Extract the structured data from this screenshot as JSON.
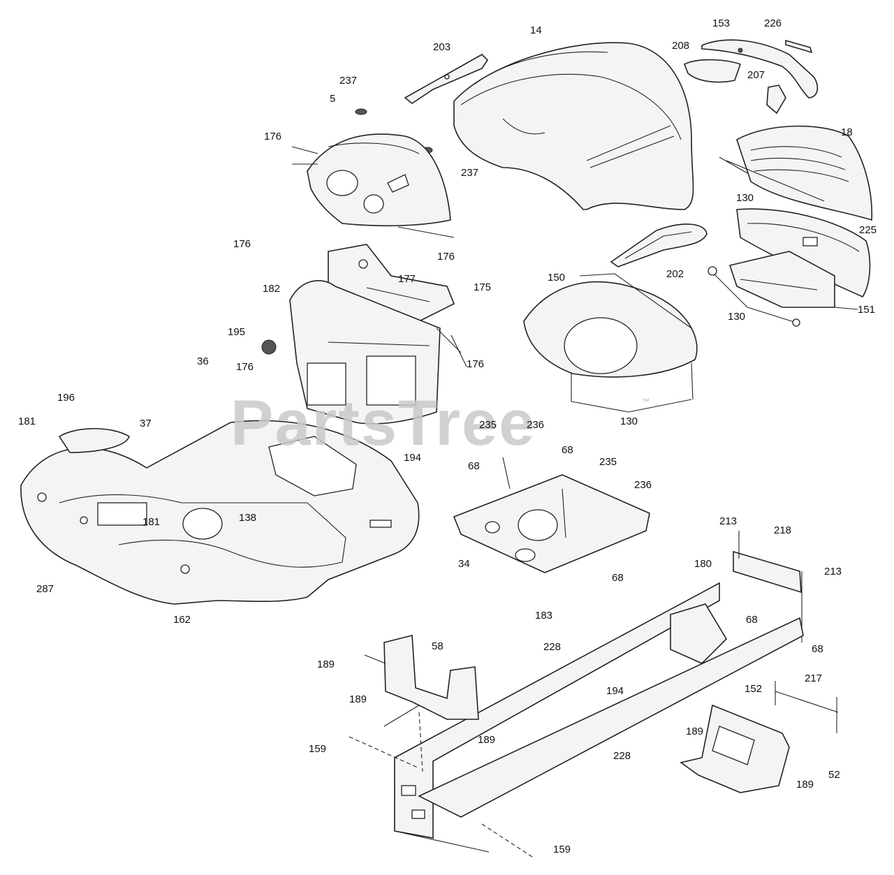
{
  "watermark": {
    "text": "PartsTree",
    "tm": "™"
  },
  "callouts": [
    {
      "id": "c-14",
      "text": "14"
    },
    {
      "id": "c-203",
      "text": "203"
    },
    {
      "id": "c-153",
      "text": "153"
    },
    {
      "id": "c-226",
      "text": "226"
    },
    {
      "id": "c-208",
      "text": "208"
    },
    {
      "id": "c-207",
      "text": "207"
    },
    {
      "id": "c-237a",
      "text": "237"
    },
    {
      "id": "c-5",
      "text": "5"
    },
    {
      "id": "c-176a",
      "text": "176"
    },
    {
      "id": "c-237b",
      "text": "237"
    },
    {
      "id": "c-18",
      "text": "18"
    },
    {
      "id": "c-130a",
      "text": "130"
    },
    {
      "id": "c-225",
      "text": "225"
    },
    {
      "id": "c-176b",
      "text": "176"
    },
    {
      "id": "c-176c",
      "text": "176"
    },
    {
      "id": "c-202",
      "text": "202"
    },
    {
      "id": "c-177",
      "text": "177"
    },
    {
      "id": "c-182",
      "text": "182"
    },
    {
      "id": "c-175",
      "text": "175"
    },
    {
      "id": "c-150",
      "text": "150"
    },
    {
      "id": "c-130b",
      "text": "130"
    },
    {
      "id": "c-151",
      "text": "151"
    },
    {
      "id": "c-195",
      "text": "195"
    },
    {
      "id": "c-176d",
      "text": "176"
    },
    {
      "id": "c-176e",
      "text": "176"
    },
    {
      "id": "c-36",
      "text": "36"
    },
    {
      "id": "c-196",
      "text": "196"
    },
    {
      "id": "c-130c",
      "text": "130"
    },
    {
      "id": "c-181a",
      "text": "181"
    },
    {
      "id": "c-37",
      "text": "37"
    },
    {
      "id": "c-235a",
      "text": "235"
    },
    {
      "id": "c-236a",
      "text": "236"
    },
    {
      "id": "c-194a",
      "text": "194"
    },
    {
      "id": "c-68a",
      "text": "68"
    },
    {
      "id": "c-68b",
      "text": "68"
    },
    {
      "id": "c-235b",
      "text": "235"
    },
    {
      "id": "c-236b",
      "text": "236"
    },
    {
      "id": "c-138",
      "text": "138"
    },
    {
      "id": "c-181b",
      "text": "181"
    },
    {
      "id": "c-213a",
      "text": "213"
    },
    {
      "id": "c-218",
      "text": "218"
    },
    {
      "id": "c-34",
      "text": "34"
    },
    {
      "id": "c-68c",
      "text": "68"
    },
    {
      "id": "c-287",
      "text": "287"
    },
    {
      "id": "c-180",
      "text": "180"
    },
    {
      "id": "c-213b",
      "text": "213"
    },
    {
      "id": "c-183",
      "text": "183"
    },
    {
      "id": "c-162",
      "text": "162"
    },
    {
      "id": "c-68d",
      "text": "68"
    },
    {
      "id": "c-68e",
      "text": "68"
    },
    {
      "id": "c-58",
      "text": "58"
    },
    {
      "id": "c-228a",
      "text": "228"
    },
    {
      "id": "c-189a",
      "text": "189"
    },
    {
      "id": "c-217",
      "text": "217"
    },
    {
      "id": "c-189b",
      "text": "189"
    },
    {
      "id": "c-194b",
      "text": "194"
    },
    {
      "id": "c-152",
      "text": "152"
    },
    {
      "id": "c-159a",
      "text": "159"
    },
    {
      "id": "c-189c",
      "text": "189"
    },
    {
      "id": "c-189d",
      "text": "189"
    },
    {
      "id": "c-228b",
      "text": "228"
    },
    {
      "id": "c-52",
      "text": "52"
    },
    {
      "id": "c-189e",
      "text": "189"
    },
    {
      "id": "c-159b",
      "text": "159"
    }
  ]
}
